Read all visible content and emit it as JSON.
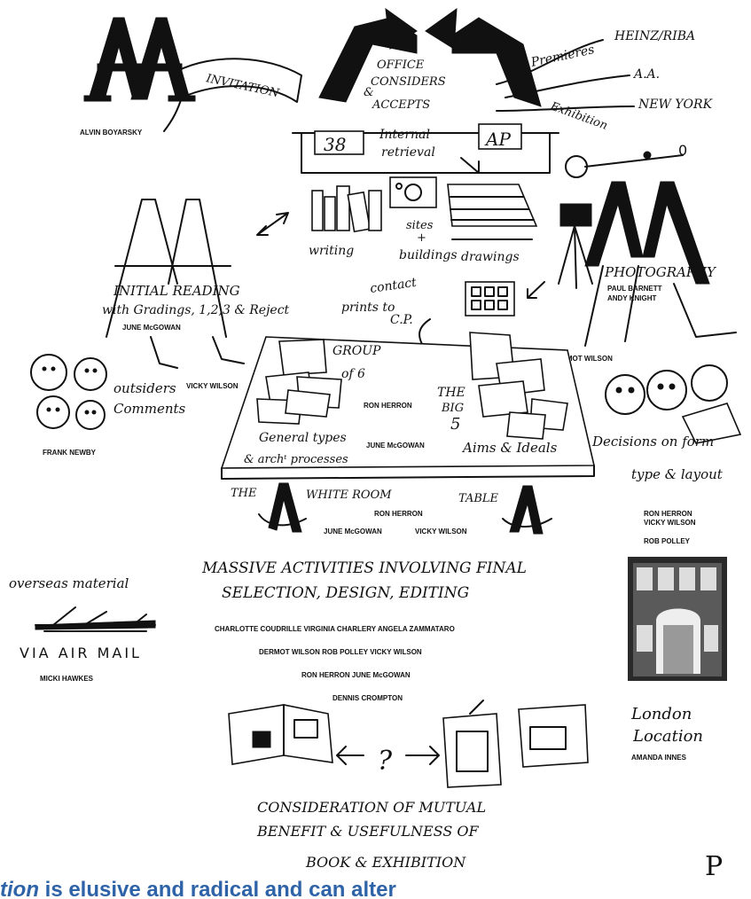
{
  "handwriting": {
    "invitation": "INVITATION",
    "office": [
      "OFFICE",
      "CONSIDERS",
      "&",
      "ACCEPTS"
    ],
    "premieres": "Premieres",
    "heinz": "HEINZ/RIBA",
    "aa": "A.A.",
    "newyork": "NEW YORK",
    "exhibition": "Exhibition",
    "box38": "38",
    "boxAP": "AP",
    "internal": "Internal",
    "retrieval": "retrieval",
    "writing": "writing",
    "sites": "sites",
    "plus": "+",
    "buildings": "buildings",
    "drawings": "drawings",
    "photography": "PHOTOGRAPHY",
    "initial_reading": "INITIAL READING",
    "gradings": "with Gradings, 1,2,3 & Reject",
    "contact": "contact",
    "prints_to": "prints to",
    "cp": "C.P.",
    "group": "GROUP",
    "of6": "of 6",
    "thebig5": [
      "THE",
      "BIG",
      "5"
    ],
    "outsiders": "outsiders",
    "comments": "Comments",
    "general_types": "General types",
    "arch_processes": "& archᵗ processes",
    "aims": "Aims & Ideals",
    "decisions": "Decisions on form",
    "type_layout": "type & layout",
    "the": "THE",
    "white_room": "WHITE ROOM",
    "table": "TABLE",
    "massive1": "MASSIVE ACTIVITIES INVOLVING FINAL",
    "massive2": "SELECTION, DESIGN, EDITING",
    "overseas": "overseas material",
    "via_air_mail": "VIA AIR MAIL",
    "london": "London",
    "location": "Location",
    "question": "?",
    "consideration1": "CONSIDERATION OF MUTUAL",
    "consideration2": "BENEFIT & USEFULNESS OF",
    "consideration3": "BOOK & EXHIBITION"
  },
  "names": {
    "alvin": "ALVIN BOYARSKY",
    "june_top": "JUNE McGOWAN",
    "paul": "PAUL BARNETT",
    "andy": "ANDY KNIGHT",
    "dermot_top": "DERMOT WILSON",
    "vicky_left": "VICKY WILSON",
    "ron_mid": "RON HERRON",
    "june_mid": "JUNE McGOWAN",
    "frank": "FRANK NEWBY",
    "ron_white": "RON HERRON",
    "june_white": "JUNE McGOWAN",
    "vicky_white": "VICKY WILSON",
    "ron_right": "RON HERRON",
    "vicky_right": "VICKY WILSON",
    "rob_right": "ROB POLLEY",
    "credits1": "CHARLOTTE COUDRILLE   VIRGINIA CHARLERY   ANGELA ZAMMATARO",
    "credits2": "DERMOT WILSON   ROB POLLEY   VICKY WILSON",
    "credits3": "RON HERRON   JUNE McGOWAN",
    "credits4": "DENNIS CROMPTON",
    "micki": "MICKI HAWKES",
    "amanda": "AMANDA INNES"
  },
  "caption": {
    "italic_part": "tion",
    "rest": " is elusive and radical and can alter"
  },
  "page_letter": "P"
}
